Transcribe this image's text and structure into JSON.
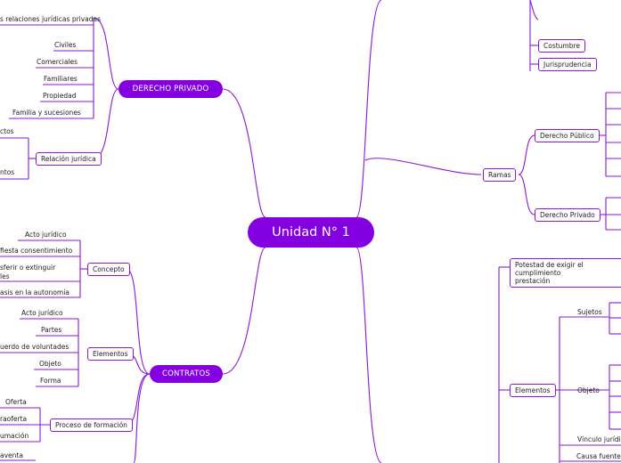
{
  "central": "Unidad N° 1",
  "derecho_privado": {
    "label": "DERECHO PRIVADO",
    "relaciones": "s relaciones jurídicas privadas",
    "items": [
      "Civiles",
      "Comerciales",
      "Familiares",
      "Propiedad",
      "Familia y sucesiones"
    ],
    "relacion_juridica": "Relación jurídica",
    "rel_children": [
      "ctos",
      "ntos"
    ]
  },
  "contratos": {
    "label": "CONTRATOS",
    "concepto": {
      "label": "Concepto",
      "items": [
        "Acto jurídico",
        "fiesta consentimiento",
        "sferir o extinguir",
        "les",
        "asis en la autonomía"
      ]
    },
    "elementos": {
      "label": "Elementos",
      "items": [
        "Acto jurídico",
        "Partes",
        "uerdo de voluntades",
        "Objeto",
        "Forma"
      ]
    },
    "proceso": {
      "label": "Proceso de formación",
      "items": [
        "Oferta",
        "raoferta",
        "umación"
      ]
    },
    "bottom": "aventa"
  },
  "fuentes": {
    "costumbre": "Costumbre",
    "jurisprudencia": "Jurisprudencia"
  },
  "ramas": {
    "label": "Ramas",
    "publico": "Derecho Público",
    "privado": "Derecho Privado"
  },
  "obligacion": {
    "potestad_line1": "Potestad de exigir el cumplimiento",
    "potestad_line2": "prestación",
    "elementos": "Elementos",
    "sujetos": "Sujetos",
    "objeto": "Objeto",
    "vinculo": "Vínculo jurídico",
    "causa": "Causa fuente"
  }
}
